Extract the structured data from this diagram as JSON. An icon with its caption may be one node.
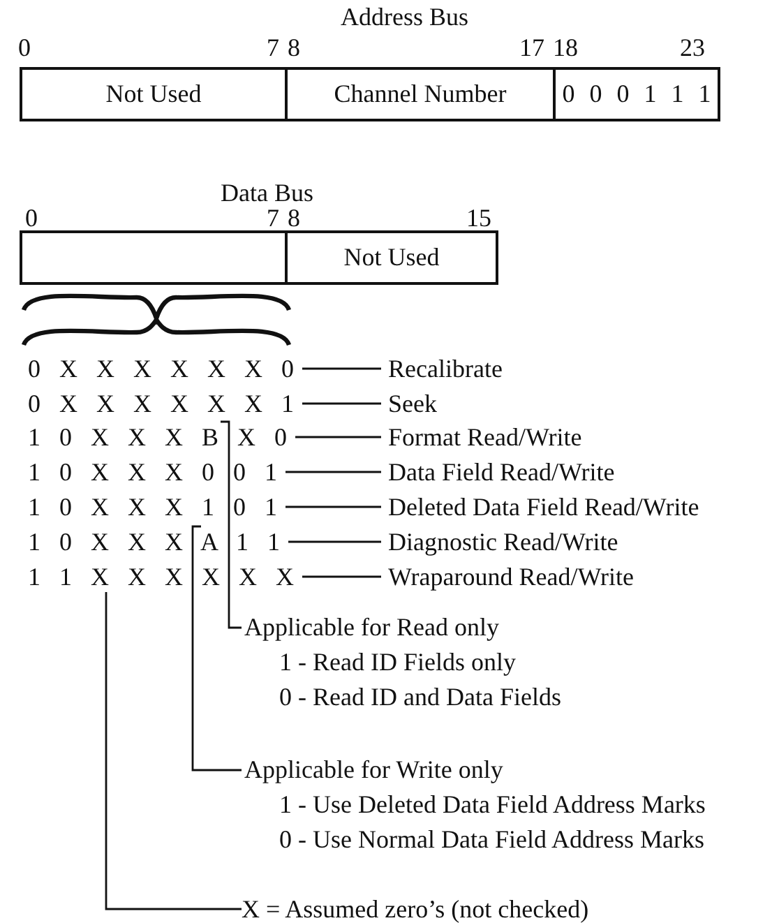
{
  "diagram": {
    "nodes": [
      {
        "text": [
          "Not Used"
        ]
      },
      {
        "text": [
          "Channel Number"
        ]
      },
      {
        "text": [
          "0 0 0 1 1 1"
        ]
      },
      {
        "text": [],
        "shape": "box"
      },
      {
        "text": [
          "Not Used"
        ]
      },
      {
        "text": [
          "0 X X X X X X 0"
        ]
      },
      {
        "text": [
          "0 X X X X X X 1"
        ]
      },
      {
        "text": [
          "1 0 X X X B X 0"
        ]
      },
      {
        "text": [
          "1 0 X X X 0 0 1"
        ]
      },
      {
        "text": [
          "1 0 X X X 1 0 1"
        ]
      },
      {
        "text": [
          "1 0 X X X A 1 1"
        ]
      },
      {
        "text": [
          "1 1 X X X X X X"
        ]
      },
      {
        "text": [
          "Recalibrate"
        ]
      },
      {
        "text": [
          "Seek"
        ]
      },
      {
        "text": [
          "Format Read/Write"
        ]
      },
      {
        "text": [
          "Data Field Read/Write"
        ]
      },
      {
        "text": [
          "Deleted Data Field Read/Write"
        ]
      },
      {
        "text": [
          "Diagnostic Read/Write"
        ]
      },
      {
        "text": [
          "Wraparound Read/Write"
        ]
      },
      {
        "text": [
          "Applicable for Read only",
          "1 - Read ID Fields only",
          "0 - Read ID and Data Fields"
        ]
      },
      {
        "text": [
          "Applicable for Write only",
          "1 - Use Deleted Data Field Address Marks",
          "0 - Use Normal Data Field Address Marks"
        ]
      },
      {
        "text": [
          "X = Assumed zero’s (not checked)"
        ]
      }
    ],
    "edges": [
      {
        "from": 5,
        "to": 12,
        "arrow": "none"
      },
      {
        "from": 6,
        "to": 13,
        "arrow": "none"
      },
      {
        "from": 7,
        "to": 14,
        "arrow": "none"
      },
      {
        "from": 8,
        "to": 15,
        "arrow": "none"
      },
      {
        "from": 9,
        "to": 16,
        "arrow": "none"
      },
      {
        "from": 10,
        "to": 17,
        "arrow": "none"
      },
      {
        "from": 11,
        "to": 18,
        "arrow": "none"
      },
      {
        "from": 19,
        "to": 7,
        "arrow": "none"
      },
      {
        "from": 20,
        "to": 10,
        "arrow": "none"
      },
      {
        "from": 21,
        "to": 11,
        "arrow": "none"
      }
    ],
    "labels": [
      "Address Bus",
      "0",
      "7",
      "8",
      "17",
      "18",
      "23",
      "Data Bus",
      "0",
      "7",
      "8",
      "15"
    ]
  }
}
